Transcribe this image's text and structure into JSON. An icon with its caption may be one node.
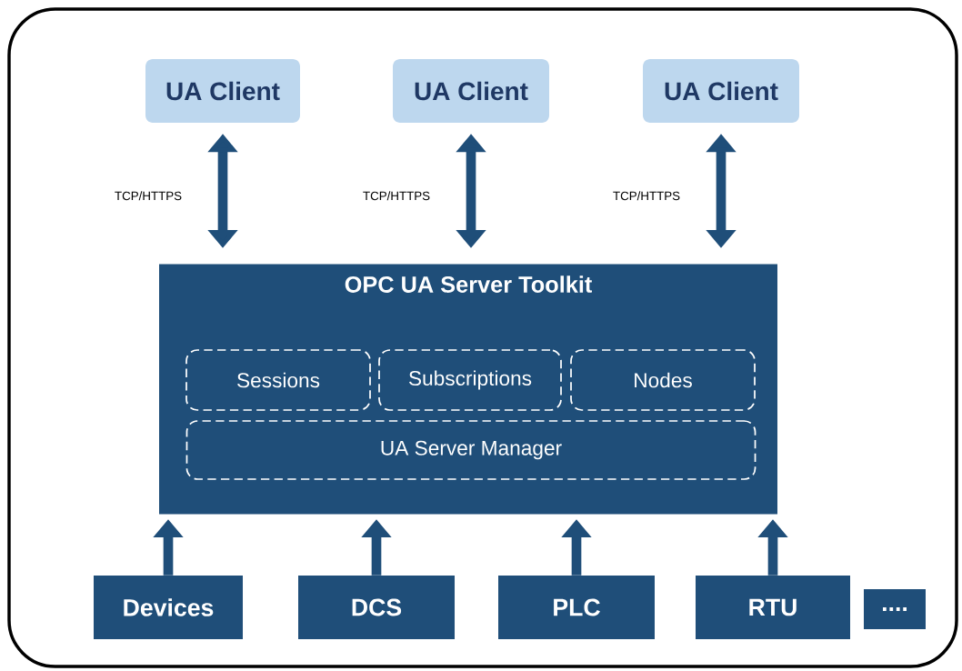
{
  "diagram": {
    "nodes": [
      {
        "text": [
          "UA Client"
        ]
      },
      {
        "text": [
          "UA Client"
        ]
      },
      {
        "text": [
          "UA Client"
        ]
      },
      {
        "text": [
          "OPC UA Server Toolkit"
        ]
      },
      {
        "text": [
          "Sessions"
        ],
        "in": 3
      },
      {
        "text": [
          "Subscriptions"
        ],
        "in": 3
      },
      {
        "text": [
          "Nodes"
        ],
        "in": 3
      },
      {
        "text": [
          "UA Server Manager"
        ],
        "in": 3
      },
      {
        "text": [
          "Devices"
        ]
      },
      {
        "text": [
          "DCS"
        ]
      },
      {
        "text": [
          "PLC"
        ]
      },
      {
        "text": [
          "RTU"
        ]
      },
      {
        "text": [
          "...."
        ]
      }
    ],
    "edges": [
      {
        "from": 0,
        "to": 3,
        "arrow": "both",
        "label": "TCP/HTTPS"
      },
      {
        "from": 1,
        "to": 3,
        "arrow": "both",
        "label": "TCP/HTTPS"
      },
      {
        "from": 2,
        "to": 3,
        "arrow": "both",
        "label": "TCP/HTTPS"
      },
      {
        "from": 8,
        "to": 3,
        "arrow": "to"
      },
      {
        "from": 9,
        "to": 3,
        "arrow": "to"
      },
      {
        "from": 10,
        "to": 3,
        "arrow": "to"
      },
      {
        "from": 11,
        "to": 3,
        "arrow": "to"
      }
    ]
  }
}
